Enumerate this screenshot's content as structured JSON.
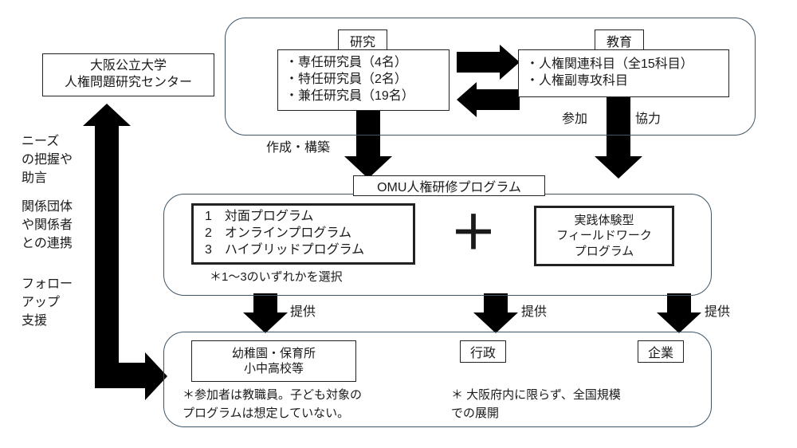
{
  "diagram": {
    "title_boxes": {
      "center_box": {
        "lines": [
          "大阪公立大学",
          "人権問題研究センター"
        ]
      },
      "research_tag": "研究",
      "education_tag": "教育",
      "omu_program_tag": "OMU人権研修プログラム"
    },
    "research_box": {
      "lines": [
        "・専任研究員（4名）",
        "・特任研究員（2名）",
        "・兼任研究員（19名）"
      ]
    },
    "education_box": {
      "lines": [
        "・人権関連科目（全15科目）",
        "・人権副専攻科目"
      ]
    },
    "program_list_box": {
      "lines": [
        "1　対面プログラム",
        "2　オンラインプログラム",
        "3　ハイブリッドプログラム"
      ],
      "note": "＊1～3のいずれかを選択"
    },
    "fieldwork_box": {
      "lines": [
        "実践体験型",
        "フィールドワーク",
        "プログラム"
      ]
    },
    "plus_symbol": "＋",
    "school_box": {
      "lines": [
        "幼稚園・保育所",
        "小中高校等"
      ],
      "note_lines": [
        "＊参加者は教職員。子ども対象の",
        "プログラムは想定していない。"
      ]
    },
    "government_tag": "行政",
    "company_tag": "企業",
    "company_note_lines": [
      "＊ 大阪府内に限らず、全国規模",
      "での展開"
    ],
    "edge_labels": {
      "creation": "作成・構築",
      "participation": "参加",
      "cooperation": "協力",
      "provide_left": "提供",
      "provide_center": "提供",
      "provide_right": "提供"
    },
    "side_column": {
      "block1": "ニーズ\nの把握や\n助言",
      "block2": "関係団体\nや関係者\nとの連携",
      "block3": "フォロー\nアップ\n支援"
    },
    "colors": {
      "group_border": "#3d5567",
      "box_border": "#222222",
      "arrow": "#000000",
      "text": "#1a1a1a",
      "background": "#ffffff"
    }
  }
}
